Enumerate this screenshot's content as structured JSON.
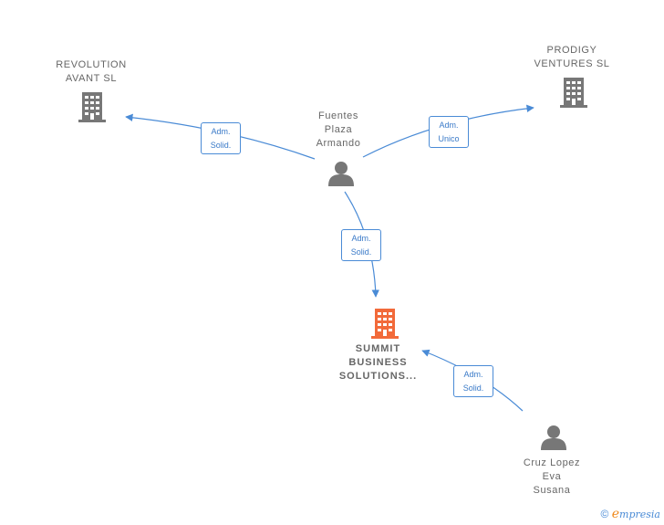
{
  "nodes": {
    "revolution": {
      "label": "REVOLUTION\nAVANT  SL",
      "type": "company"
    },
    "prodigy": {
      "label": "PRODIGY\nVENTURES  SL",
      "type": "company"
    },
    "summit": {
      "label": "SUMMIT\nBUSINESS\nSOLUTIONS...",
      "type": "company-main"
    },
    "fuentes": {
      "label": "Fuentes\nPlaza\nArmando",
      "type": "person"
    },
    "cruz": {
      "label": "Cruz Lopez\nEva\nSusana",
      "type": "person"
    }
  },
  "edges": {
    "fuentes_revolution": "Adm.\nSolid.",
    "fuentes_prodigy": "Adm.\nUnico",
    "fuentes_summit": "Adm.\nSolid.",
    "cruz_summit": "Adm.\nSolid."
  },
  "colors": {
    "company": "#777777",
    "main": "#f26a3a",
    "person": "#777777",
    "edge": "#4a8bd6"
  },
  "footer": {
    "copyright": "©",
    "brand_e": "e",
    "brand_rest": "mpresia"
  }
}
